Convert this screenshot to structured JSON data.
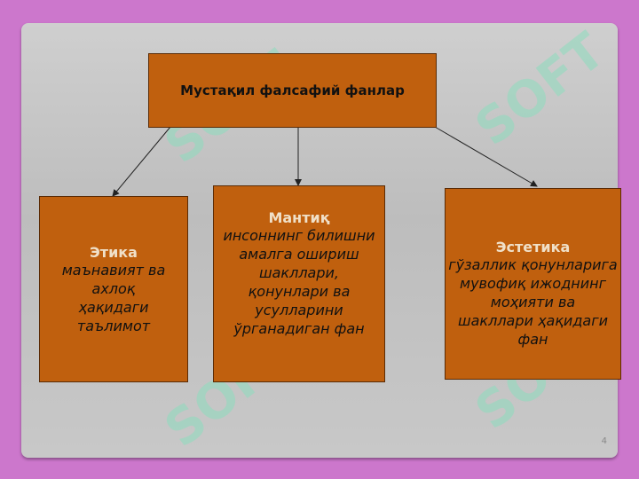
{
  "diagram": {
    "root": "Мустақил фалсафий фанлар",
    "children": [
      {
        "title": "Этика",
        "text": [
          "маънавият ва",
          "ахлоқ",
          "ҳақидаги",
          "таълимот"
        ]
      },
      {
        "title": "Мантиқ",
        "text": [
          "инсоннинг билишни",
          "амалга ошириш",
          "шакллари,",
          "қонунлари ва",
          "усулларини",
          "ўрганадиган фан"
        ]
      },
      {
        "title": "Эстетика",
        "text": [
          "гўзаллик қонунларига",
          "мувофиқ ижоднинг",
          "моҳияти ва",
          "шакллари ҳақидаги фан"
        ]
      }
    ]
  },
  "page_number": "4",
  "watermark_text": "SOFT",
  "colors": {
    "box": "#c0600e",
    "background": "#cc77cc"
  }
}
